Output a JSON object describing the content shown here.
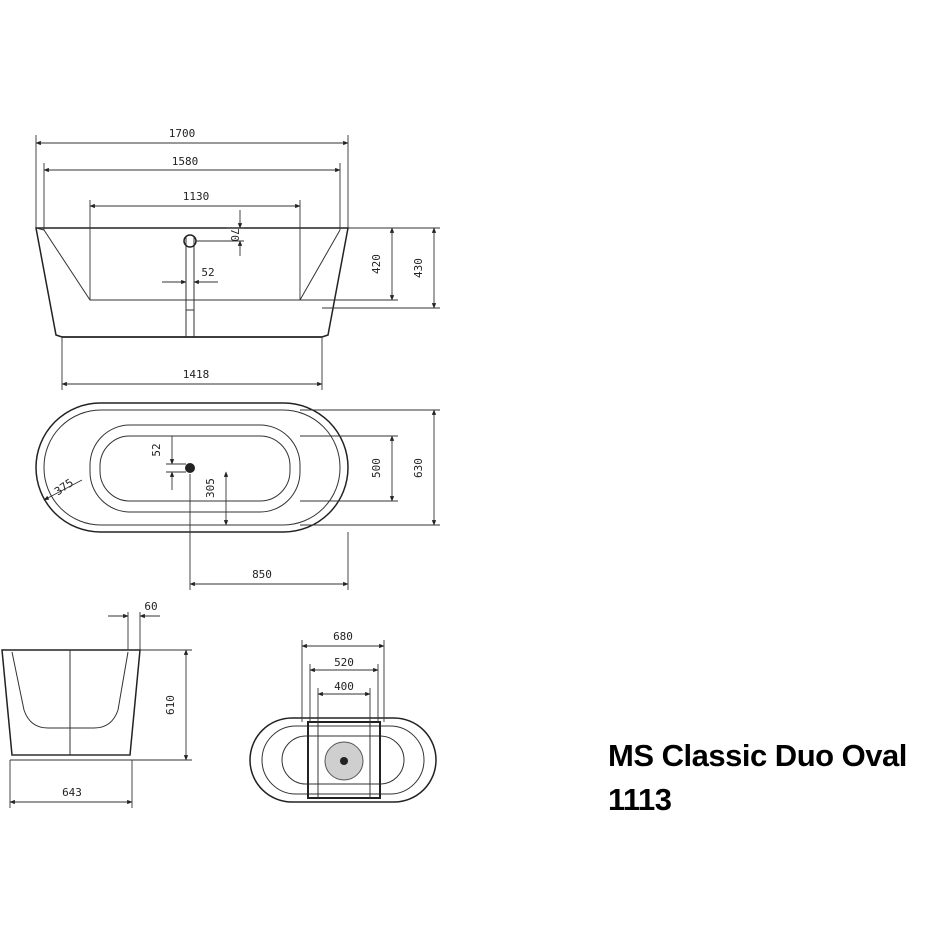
{
  "title": {
    "line1": "MS Classic Duo Oval",
    "line2": "1113"
  },
  "dimensions": {
    "overall_length": "1700",
    "top_inner_length": "1580",
    "inner_length": "1130",
    "waste_offset_70": "70",
    "waste_52_side": "52",
    "inner_height": "420",
    "total_height": "430",
    "base_length": "1418",
    "waste_52_plan": "52",
    "waste_305": "305",
    "radius_375": "375",
    "inner_width": "500",
    "overall_width": "630",
    "half_length": "850",
    "wall_60": "60",
    "height_610": "610",
    "depth_643": "643",
    "width_680": "680",
    "width_520": "520",
    "width_400": "400"
  }
}
